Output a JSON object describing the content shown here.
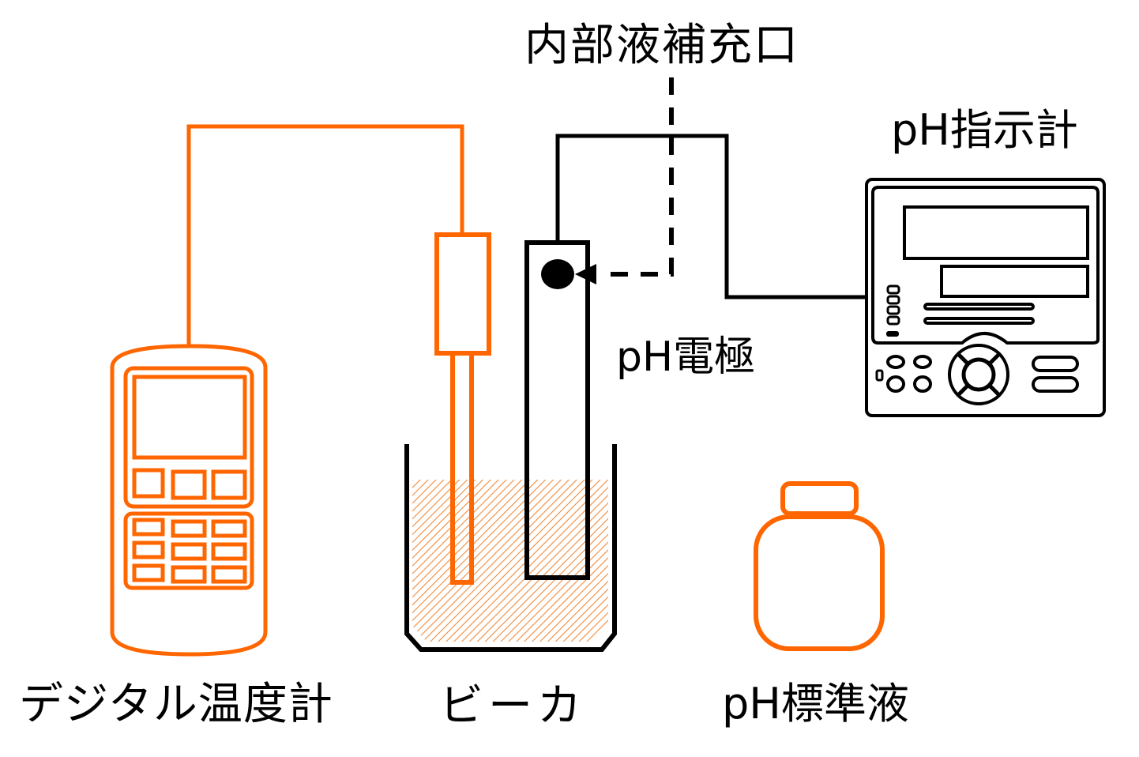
{
  "diagram": {
    "title": "pH measurement apparatus",
    "colors": {
      "thermometer": "#ff6600",
      "electrode": "#000000",
      "liquid_hatch": "#f08a3c",
      "background": "#ffffff"
    },
    "labels": {
      "refill_port": "内部液補充口",
      "ph_meter": "pH指示計",
      "ph_electrode": "pH電極",
      "digital_thermometer": "デジタル温度計",
      "beaker": "ビーカ",
      "ph_standard_solution": "pH標準液"
    },
    "components": [
      {
        "id": "digital_thermometer",
        "label": "デジタル温度計",
        "color": "orange"
      },
      {
        "id": "temperature_probe",
        "color": "orange"
      },
      {
        "id": "beaker",
        "label": "ビーカ",
        "color": "black"
      },
      {
        "id": "ph_electrode",
        "label": "pH電極",
        "color": "black"
      },
      {
        "id": "refill_port",
        "label": "内部液補充口",
        "connector": "dashed-arrow"
      },
      {
        "id": "ph_meter",
        "label": "pH指示計",
        "color": "black"
      },
      {
        "id": "ph_standard_solution",
        "label": "pH標準液",
        "color": "orange"
      }
    ],
    "connections": [
      {
        "from": "digital_thermometer",
        "to": "temperature_probe",
        "style": "solid",
        "color": "orange"
      },
      {
        "from": "ph_electrode",
        "to": "ph_meter",
        "style": "solid",
        "color": "black"
      },
      {
        "from": "refill_port",
        "to": "ph_electrode",
        "style": "dashed",
        "arrow": true
      }
    ]
  }
}
